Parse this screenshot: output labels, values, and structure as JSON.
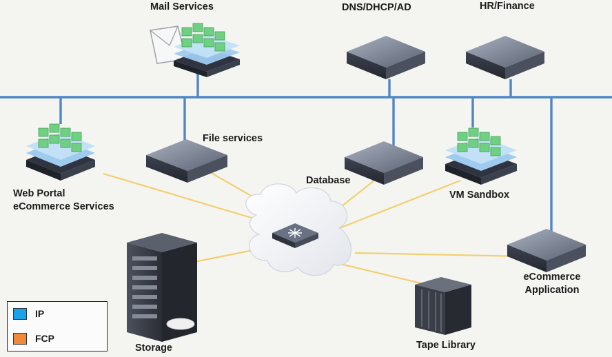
{
  "nodes": {
    "mail_services": "Mail Services",
    "dns_dhcp_ad": "DNS/DHCP/AD",
    "hr_finance": "HR/Finance",
    "file_services": "File services",
    "web_portal_line1": "Web Portal",
    "web_portal_line2": "eCommerce Services",
    "database": "Database",
    "vm_sandbox": "VM Sandbox",
    "ecommerce_app_line1": "eCommerce",
    "ecommerce_app_line2": "Application",
    "storage": "Storage",
    "tape_library": "Tape Library"
  },
  "legend": {
    "items": [
      {
        "label": "IP",
        "color": "#1aa3e8"
      },
      {
        "label": "FCP",
        "color": "#f08a3a"
      }
    ]
  },
  "colors": {
    "ip_network": "#4f86c6",
    "fcp_network": "#f3cf6e",
    "server_dark": "#3c4250",
    "server_light": "#8a93a6",
    "vm_green": "#6fcf82",
    "vm_blue": "#9fcbef"
  }
}
